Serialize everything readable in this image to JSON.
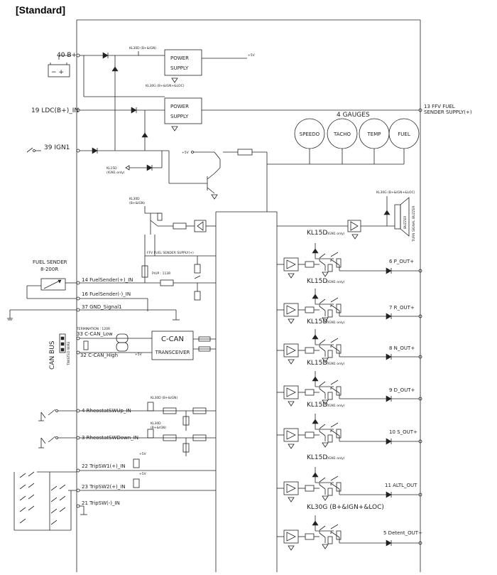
{
  "title": "[Standard]",
  "inputs": {
    "pin40": "40 B+",
    "pin19": "19 LDC(B+)_IN",
    "pin39": "39 IGN1",
    "pin14": "14 FuelSender(+)_IN",
    "pin16": "16 FuelSender(-)_IN",
    "pin37": "37 GND_Signal1",
    "pin33": "33 C-CAN_Low",
    "pin32": "32 C-CAN_High",
    "pin4": "4 RheostatSWUp_IN",
    "pin3": "3 RheostatSWDown_IN",
    "pin22": "22 TripSW1(+)_IN",
    "pin23": "23 TripSW2(+)_IN",
    "pin21": "21 TripSW(-)_IN"
  },
  "blocks": {
    "power_supply_line1": "POWER",
    "power_supply_line2": "SUPPLY",
    "ccan_line1": "C-CAN",
    "ccan_line2": "TRANSCEIVER"
  },
  "gauges": {
    "title": "4 GAUGES",
    "items": [
      "SPEEDO",
      "TACHO",
      "TEMP",
      "FUEL"
    ]
  },
  "labels": {
    "kl30d_bign": "KL30D (B+&IGN)",
    "kl30g_loc": "KL30G (B+&IGN+&LOC)",
    "plus5v": "+5V",
    "kl15d": "KL15D",
    "ign1_only": "(IGN1 only)",
    "kl30d": "KL30D",
    "b_ign": "(B+&IGN)",
    "ffv_supply_inner": "FFV FUEL SENDER SUPPLY(+)",
    "pup": "P/UP : 113R",
    "fuel_sender": "FUEL SENDER",
    "fuel_sender_range": "8-200R",
    "termination": "TERMINATION : 120R",
    "can_bus": "CAN BUS",
    "twisted_wire": "TWISTED WIRE",
    "buzzer": "BUZZER",
    "turn_signal_buzzer": "TURN SIGNAL BUZZER",
    "kl30g_short": "KL30G (B+&IGN+&LOC)",
    "kl30d_ign": "KL30D (B+&IGN)",
    "plus5v_c": "+5V"
  },
  "outputs": {
    "pin13_line1": "13 FFV FUEL",
    "pin13_line2": "SENDER SUPPLY(+)",
    "pin6": "6 P_OUT+",
    "pin7": "7 R_OUT+",
    "pin8": "8 N_OUT+",
    "pin9": "9 D_OUT+",
    "pin10": "10 S_OUT+",
    "pin11": "11 ALTL_OUT",
    "pin5": "5 Detent_OUT+"
  }
}
